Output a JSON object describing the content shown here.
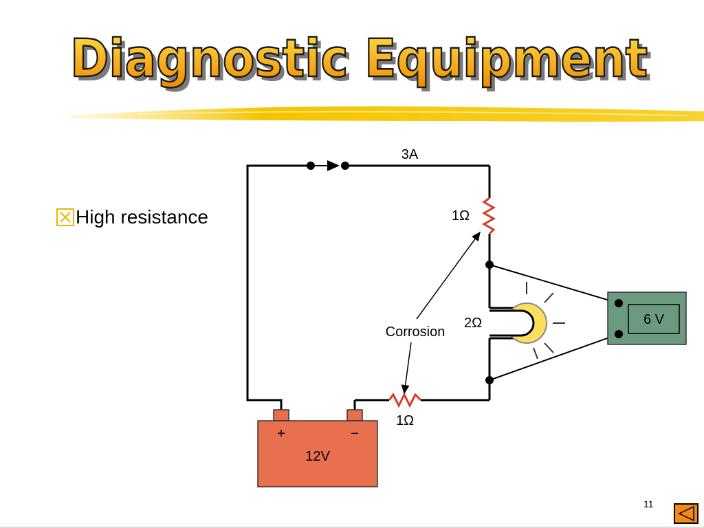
{
  "slide": {
    "title": "Diagnostic Equipment",
    "bullet": "High resistance",
    "page_number": "11"
  },
  "diagram": {
    "current_label": "3A",
    "resistor_top_label": "1Ω",
    "lamp_label": "2Ω",
    "resistor_bottom_label": "1Ω",
    "corrosion_label": "Corrosion",
    "voltmeter_label": "6 V",
    "battery_label": "12V",
    "battery_plus": "+",
    "battery_minus": "−"
  },
  "colors": {
    "title_fill_top": "#ffe14a",
    "title_fill_bottom": "#f08a00",
    "title_shadow": "#7a7a7a",
    "bullet_accent": "#e8b800",
    "battery": "#e8704f",
    "voltmeter": "#6b9a80",
    "lamp": "#fbe060",
    "resistor": "#d83a2a"
  }
}
